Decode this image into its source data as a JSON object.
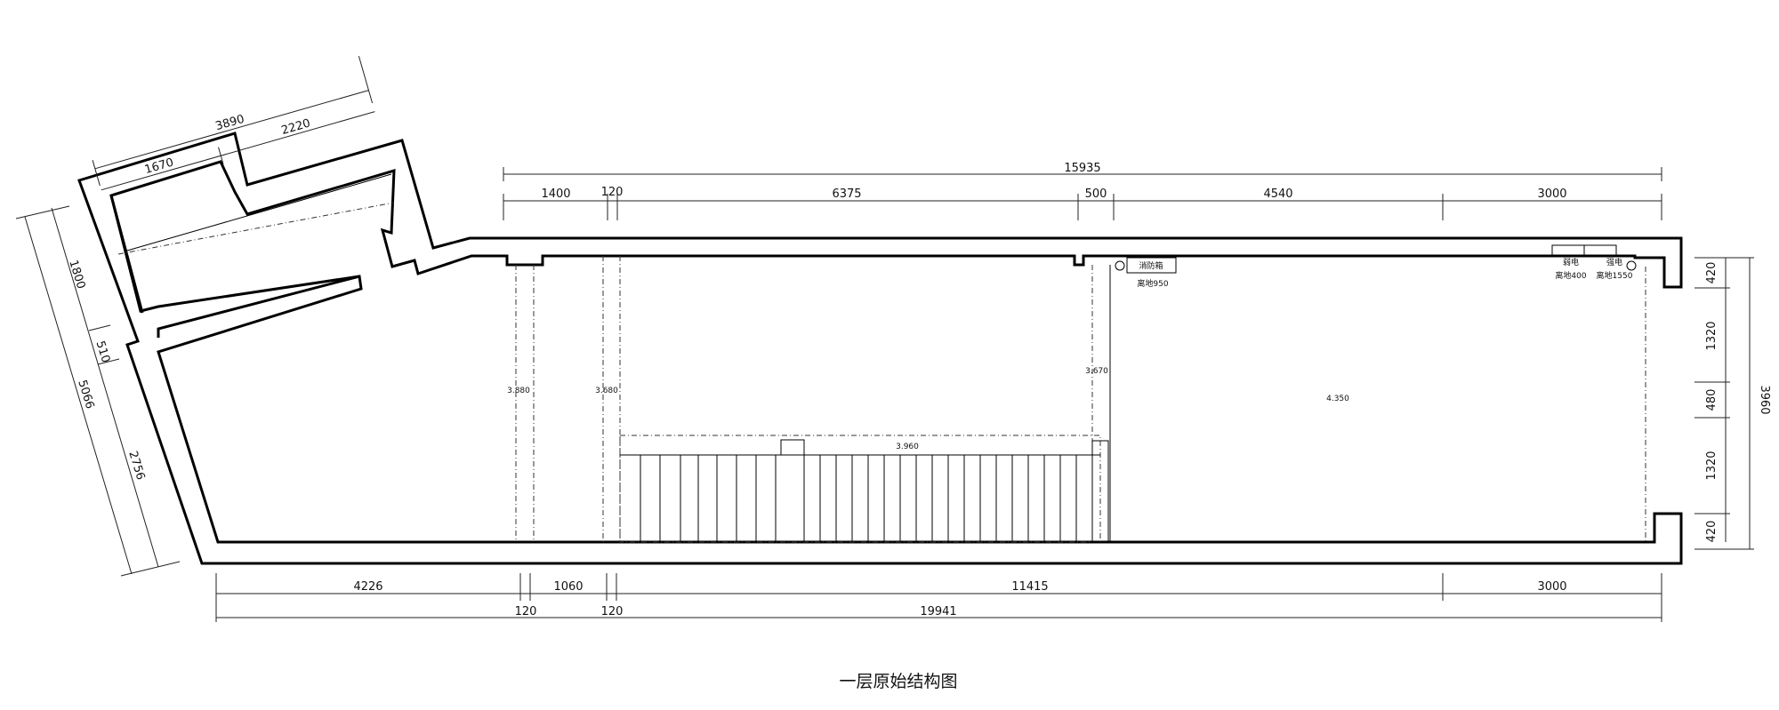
{
  "title": "一层原始结构图",
  "dims": {
    "top_total": "15935",
    "top_1400": "1400",
    "top_120": "120",
    "top_6375": "6375",
    "top_500": "500",
    "top_4540": "4540",
    "top_3000": "3000",
    "bot_4226": "4226",
    "bot_1060": "1060",
    "bot_11415": "11415",
    "bot_3000": "3000",
    "bot_120a": "120",
    "bot_120b": "120",
    "bot_total": "19941",
    "wing_3890": "3890",
    "wing_1670": "1670",
    "wing_2220": "2220",
    "left_1800": "1800",
    "left_510": "510",
    "left_5066": "5066",
    "left_2756": "2756",
    "right_420a": "420",
    "right_1320a": "1320",
    "right_480": "480",
    "right_1320b": "1320",
    "right_420b": "420",
    "right_3960": "3960"
  },
  "heights": {
    "h1": "3.880",
    "h2": "3.680",
    "h3": "3.670",
    "h4": "3.960",
    "h5": "4.350"
  },
  "labels": {
    "fire_box": "消防箱",
    "fire_box_height": "离地950",
    "weak_elec": "弱电",
    "weak_elec_height": "离地400",
    "strong_elec": "强电",
    "strong_elec_height": "离地1550"
  }
}
